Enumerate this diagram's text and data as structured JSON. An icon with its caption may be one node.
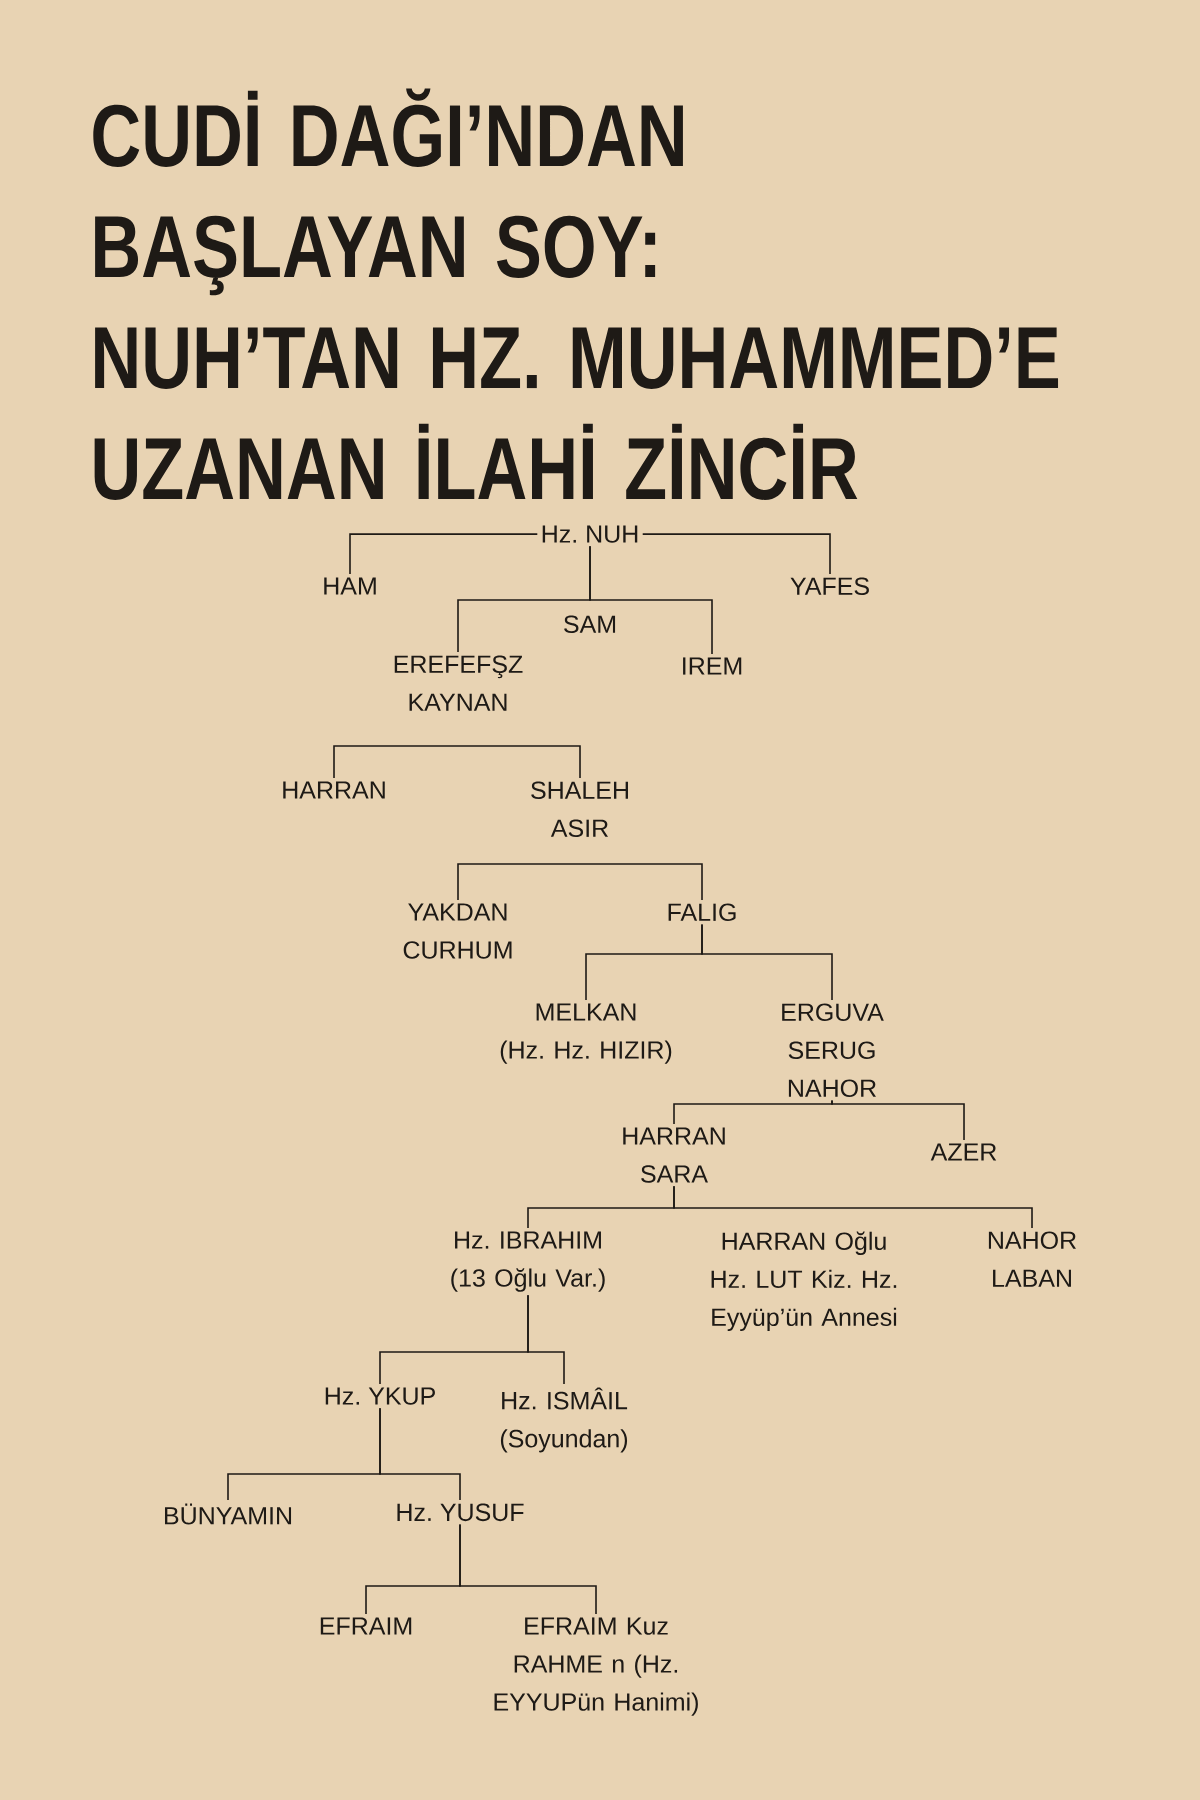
{
  "diagram": {
    "title": "CUDİ DAĞI’NDAN BAŞLAYAN SOY: NUH’TAN HZ. MUHAMMED’E UZANAN İLAHİ ZİNCİR",
    "nodes": [
      {
        "text": [
          "Hz. NUH"
        ]
      },
      {
        "text": [
          "HAM"
        ]
      },
      {
        "text": [
          "SAM"
        ]
      },
      {
        "text": [
          "YAFES"
        ]
      },
      {
        "text": [
          "EREFEFŞZ KAYNAN"
        ]
      },
      {
        "text": [
          "IREM"
        ]
      },
      {
        "text": [
          "HARRAN"
        ]
      },
      {
        "text": [
          "SHALEH ASIR"
        ]
      },
      {
        "text": [
          "YAKDAN CURHUM"
        ]
      },
      {
        "text": [
          "FALIG"
        ]
      },
      {
        "text": [
          "MELKAN (Hz. Hz. HIZIR)"
        ]
      },
      {
        "text": [
          "ERGUVA SERUG NAHOR"
        ]
      },
      {
        "text": [
          "HARRAN SARA"
        ]
      },
      {
        "text": [
          "AZER"
        ]
      },
      {
        "text": [
          "Hz. IBRAHIM (13 Oğlu Var.)"
        ]
      },
      {
        "text": [
          "HARRAN Oğlu Hz. LUT Kiz. Hz. Eyyüp’ün Annesi"
        ]
      },
      {
        "text": [
          "NAHOR LABAN"
        ]
      },
      {
        "text": [
          "Hz. YKUP"
        ]
      },
      {
        "text": [
          "Hz. ISMÂIL (Soyundan)"
        ]
      },
      {
        "text": [
          "BÜNYAMIN"
        ]
      },
      {
        "text": [
          "Hz. YUSUF"
        ]
      },
      {
        "text": [
          "EFRAIM"
        ]
      },
      {
        "text": [
          "EFRAIM Kuz RAHME n (Hz. EYYUPün Hanimi)"
        ]
      }
    ],
    "edges": [
      {
        "from": 0,
        "to": 1,
        "arrow": "none"
      },
      {
        "from": 0,
        "to": 3,
        "arrow": "none"
      },
      {
        "from": 0,
        "to": 4,
        "arrow": "none"
      },
      {
        "from": 0,
        "to": 5,
        "arrow": "none"
      },
      {
        "from": 6,
        "to": 7,
        "arrow": "none"
      },
      {
        "from": 8,
        "to": 9,
        "arrow": "none"
      },
      {
        "from": 9,
        "to": 10,
        "arrow": "none"
      },
      {
        "from": 9,
        "to": 11,
        "arrow": "none"
      },
      {
        "from": 11,
        "to": 12,
        "arrow": "none"
      },
      {
        "from": 11,
        "to": 13,
        "arrow": "none"
      },
      {
        "from": 12,
        "to": 14,
        "arrow": "none"
      },
      {
        "from": 12,
        "to": 16,
        "arrow": "none"
      },
      {
        "from": 14,
        "to": 17,
        "arrow": "none"
      },
      {
        "from": 14,
        "to": 18,
        "arrow": "none"
      },
      {
        "from": 17,
        "to": 19,
        "arrow": "none"
      },
      {
        "from": 17,
        "to": 20,
        "arrow": "none"
      },
      {
        "from": 20,
        "to": 21,
        "arrow": "none"
      },
      {
        "from": 20,
        "to": 22,
        "arrow": "none"
      }
    ]
  }
}
